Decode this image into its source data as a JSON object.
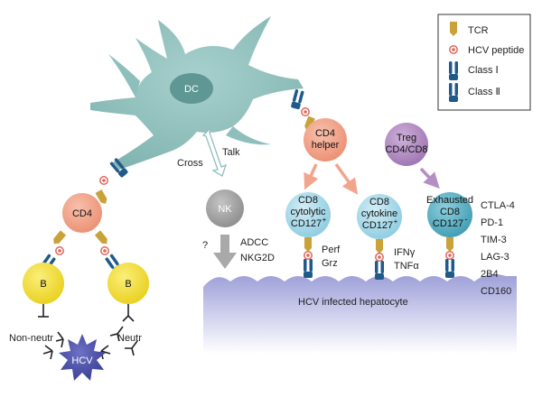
{
  "legend": {
    "tcr": "TCR",
    "hcv_peptide": "HCV peptide",
    "class_i": "Class Ⅰ",
    "class_ii": "Class Ⅱ"
  },
  "cells": {
    "dc": "DC",
    "cd4_left": "CD4",
    "b_left": "B",
    "b_right": "B",
    "hcv": "HCV",
    "nk": "NK",
    "cd4_helper_line1": "CD4",
    "cd4_helper_line2": "helper",
    "treg_line1": "Treg",
    "treg_line2": "CD4/CD8",
    "cd8_cytolytic_line1": "CD8",
    "cd8_cytolytic_line2": "cytolytic",
    "cd8_cytolytic_line3": "CD127",
    "cd8_cytolytic_sup": "+",
    "cd8_cytokine_line1": "CD8",
    "cd8_cytokine_line2": "cytokine",
    "cd8_cytokine_line3": "CD127",
    "cd8_cytokine_sup": "+",
    "cd8_exhausted_line1": "Exhausted",
    "cd8_exhausted_line2": "CD8",
    "cd8_exhausted_line3": "CD127",
    "cd8_exhausted_sup": "-",
    "hepatocyte": "HCV infected hepatocyte"
  },
  "annotations": {
    "cross": "Cross",
    "talk": "Talk",
    "question": "?",
    "adcc": "ADCC",
    "nkg2d": "NKG2D",
    "perf": "Perf",
    "grz": "Grz",
    "ifn": "IFNγ",
    "tnf": "TNFα",
    "non_neutr": "Non-neutr",
    "neutr": "Neutr",
    "exhaustion_markers": [
      "CTLA-4",
      "PD-1",
      "TIM-3",
      "LAG-3",
      "2B4",
      "CD160"
    ]
  },
  "colors": {
    "dc": "#8fbfbc",
    "dc_nucleus": "#5e9793",
    "cd4": "#f2a48c",
    "b_cell": "#f5e03a",
    "hcv": "#4a4fa8",
    "nk": "#a9a9a9",
    "cd8": "#a9dbe8",
    "cd8_exhausted": "#5fb3c7",
    "treg": "#b58fc4",
    "hepatocyte": "#a7a9dc",
    "receptor": "#1f5a8a",
    "tcr": "#c9a23a",
    "peptide": "#e0665a"
  }
}
